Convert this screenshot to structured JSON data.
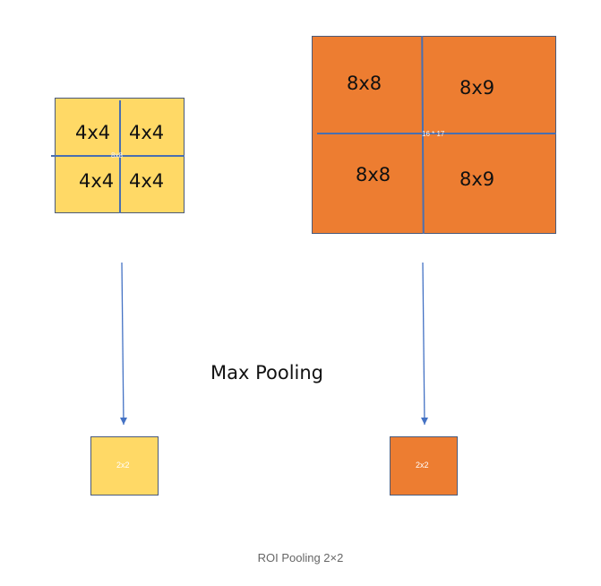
{
  "colors": {
    "yellow": "#ffd966",
    "orange": "#ed7d31",
    "line": "#4a6fb0",
    "border": "#4a5a7a"
  },
  "left_input": {
    "cells": [
      "4x4",
      "4x4",
      "4x4",
      "4x4"
    ],
    "center_label": "8x8"
  },
  "right_input": {
    "cells": [
      "8x8",
      "8x9",
      "8x8",
      "8x9"
    ],
    "center_label": "16 * 17"
  },
  "left_output": {
    "label": "2x2"
  },
  "right_output": {
    "label": "2x2"
  },
  "operation_label": "Max Pooling",
  "caption": "ROI Pooling 2×2"
}
